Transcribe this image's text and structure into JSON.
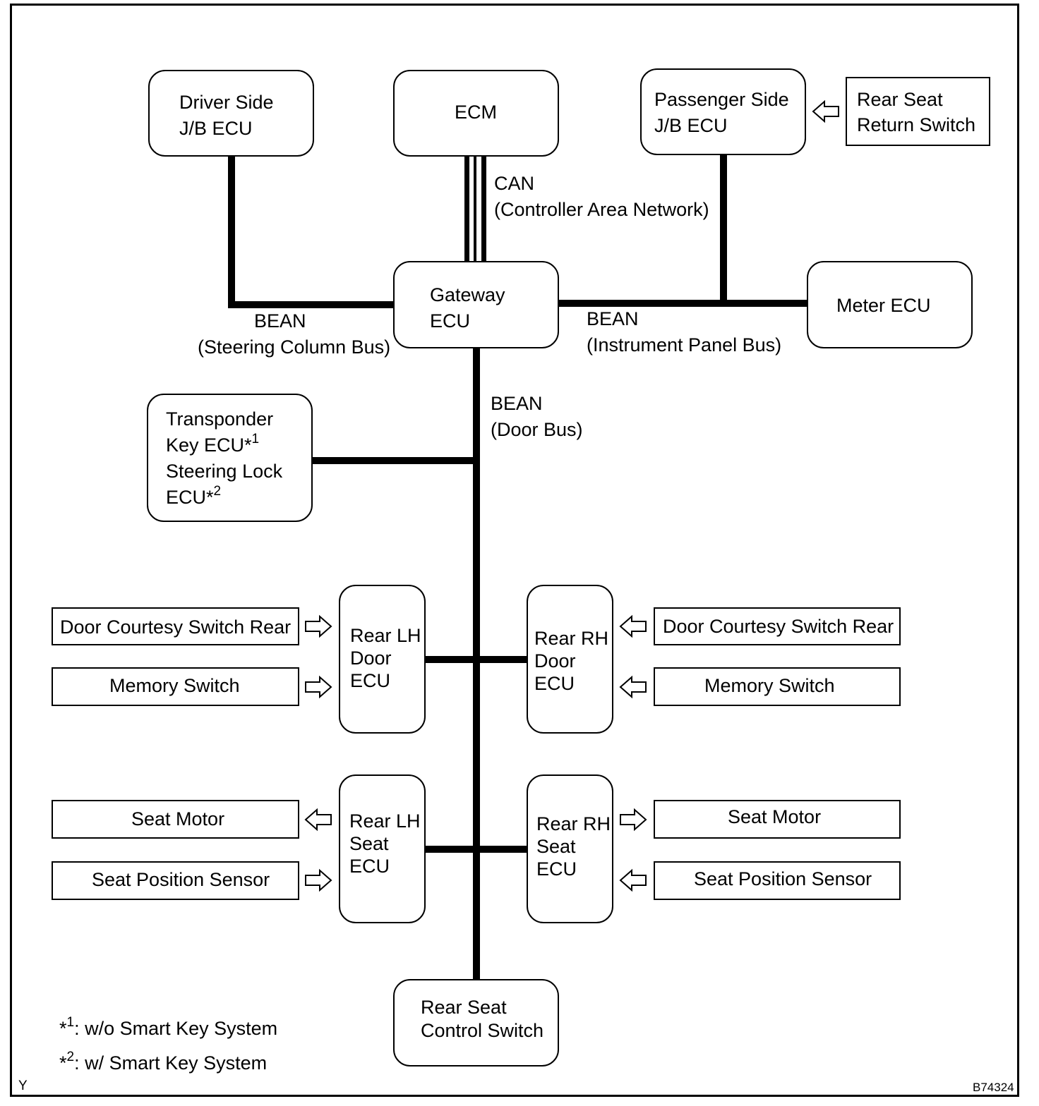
{
  "ecus": {
    "driver_jb": [
      "Driver Side",
      "J/B ECU"
    ],
    "ecm": [
      "ECM"
    ],
    "passenger_jb": [
      "Passenger Side",
      "J/B ECU"
    ],
    "gateway": [
      "Gateway",
      "ECU"
    ],
    "meter": [
      "Meter ECU"
    ],
    "transponder": [
      "Transponder",
      "Key ECU*",
      "Steering Lock",
      "ECU*"
    ],
    "transponder_marks": [
      "1",
      "2"
    ],
    "rear_lh_door": [
      "Rear LH",
      "Door",
      "ECU"
    ],
    "rear_rh_door": [
      "Rear RH",
      "Door",
      "ECU"
    ],
    "rear_lh_seat": [
      "Rear LH",
      "Seat",
      "ECU"
    ],
    "rear_rh_seat": [
      "Rear RH",
      "Seat",
      "ECU"
    ],
    "rear_seat_control": [
      "Rear Seat",
      "Control Switch"
    ]
  },
  "devices": {
    "rear_seat_return": [
      "Rear Seat",
      "Return Switch"
    ],
    "lh_door_courtesy": "Door Courtesy Switch Rear",
    "lh_memory": "Memory Switch",
    "rh_door_courtesy": "Door Courtesy Switch Rear",
    "rh_memory": "Memory Switch",
    "lh_seat_motor": "Seat Motor",
    "lh_seat_sensor": "Seat Position Sensor",
    "rh_seat_motor": "Seat Motor",
    "rh_seat_sensor": "Seat Position Sensor"
  },
  "buses": {
    "can": [
      "CAN",
      "(Controller Area Network)"
    ],
    "steering": [
      "BEAN",
      "(Steering Column Bus)"
    ],
    "instrument": [
      "BEAN",
      "(Instrument Panel Bus)"
    ],
    "door": [
      "BEAN",
      "(Door Bus)"
    ]
  },
  "notes": {
    "note1_mark": "1",
    "note1_text": ": w/o Smart Key System",
    "note2_mark": "2",
    "note2_text": ": w/ Smart Key System",
    "corner_left": "Y",
    "corner_right": "B74324"
  },
  "signal_arrows": [
    {
      "name": "arrow-rear-seat-return",
      "direction": "left"
    },
    {
      "name": "arrow-lh-door-courtesy",
      "direction": "right"
    },
    {
      "name": "arrow-lh-memory",
      "direction": "right"
    },
    {
      "name": "arrow-rh-door-courtesy",
      "direction": "left"
    },
    {
      "name": "arrow-rh-memory",
      "direction": "left"
    },
    {
      "name": "arrow-lh-seat-motor",
      "direction": "left"
    },
    {
      "name": "arrow-lh-seat-sensor",
      "direction": "right"
    },
    {
      "name": "arrow-rh-seat-motor",
      "direction": "right"
    },
    {
      "name": "arrow-rh-seat-sensor",
      "direction": "left"
    }
  ]
}
